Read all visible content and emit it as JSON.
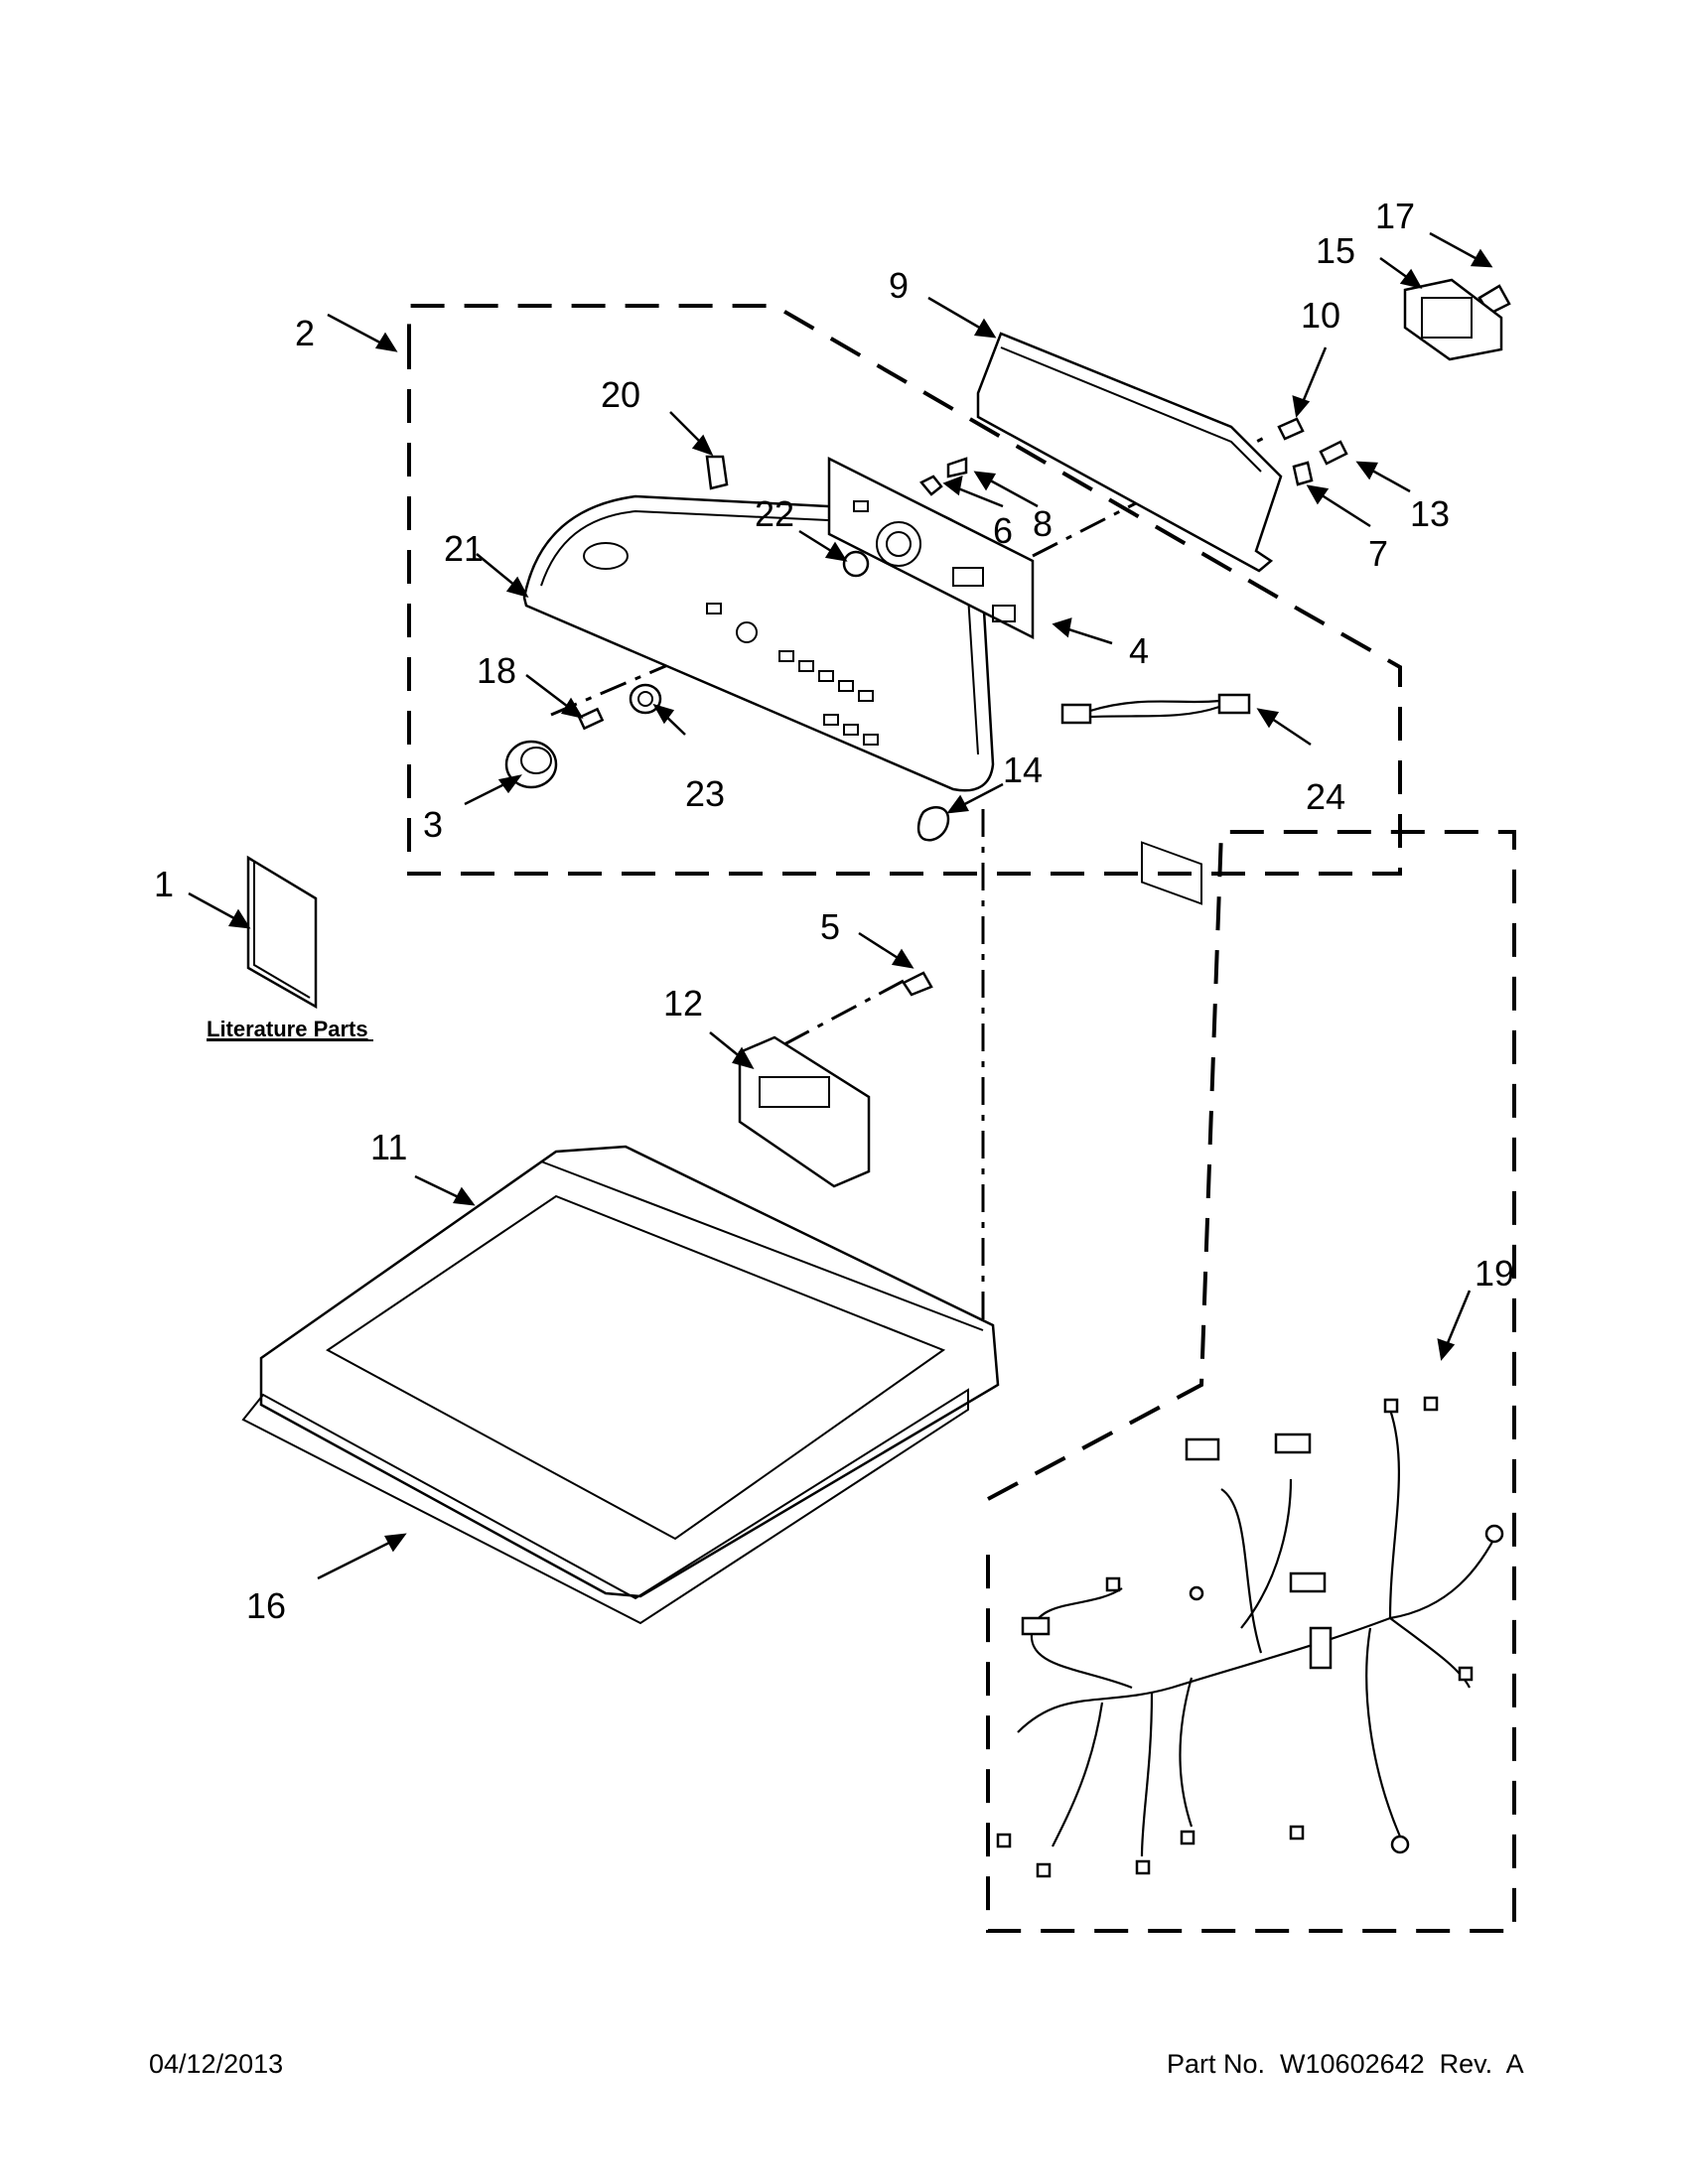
{
  "callouts": [
    {
      "num": "1"
    },
    {
      "num": "2"
    },
    {
      "num": "3"
    },
    {
      "num": "4"
    },
    {
      "num": "5"
    },
    {
      "num": "6"
    },
    {
      "num": "7"
    },
    {
      "num": "8"
    },
    {
      "num": "9"
    },
    {
      "num": "10"
    },
    {
      "num": "11"
    },
    {
      "num": "12"
    },
    {
      "num": "13"
    },
    {
      "num": "14"
    },
    {
      "num": "15"
    },
    {
      "num": "16"
    },
    {
      "num": "17"
    },
    {
      "num": "18"
    },
    {
      "num": "19"
    },
    {
      "num": "20"
    },
    {
      "num": "21"
    },
    {
      "num": "22"
    },
    {
      "num": "23"
    },
    {
      "num": "24"
    }
  ],
  "literature_label": "Literature Parts",
  "footer": {
    "date": "04/12/2013",
    "part_no": "Part No.  W10602642  Rev.  A"
  }
}
